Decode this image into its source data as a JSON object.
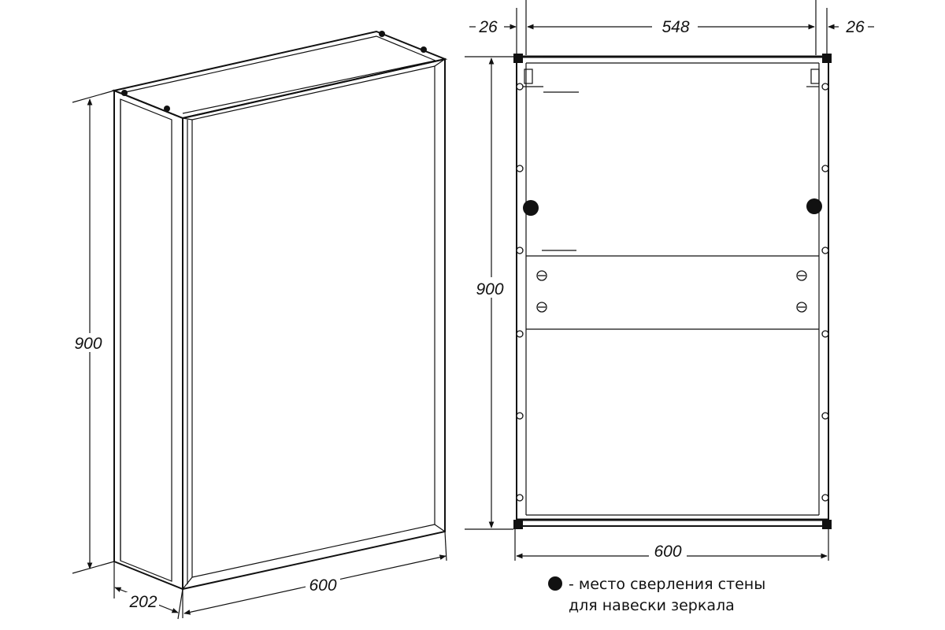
{
  "views": {
    "isometric": {
      "dim_height": "900",
      "dim_depth": "202",
      "dim_width": "600"
    },
    "rear": {
      "dim_left_offset": "26",
      "dim_inner_width": "548",
      "dim_right_offset": "26",
      "dim_height": "900",
      "dim_width": "600"
    }
  },
  "legend": {
    "marker": "drill-point-icon",
    "line1": "- место сверления стены",
    "line2": "для навески зеркала"
  },
  "colors": {
    "ink": "#111111",
    "background": "#ffffff"
  }
}
